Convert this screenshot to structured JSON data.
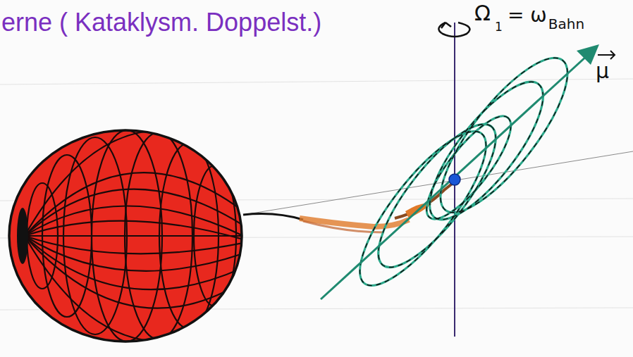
{
  "diagram": {
    "title": "erne ( Kataklysm. Doppelst.)",
    "labels": [
      "Ω",
      "1",
      "= ω",
      "Bahn",
      "μ"
    ]
  }
}
